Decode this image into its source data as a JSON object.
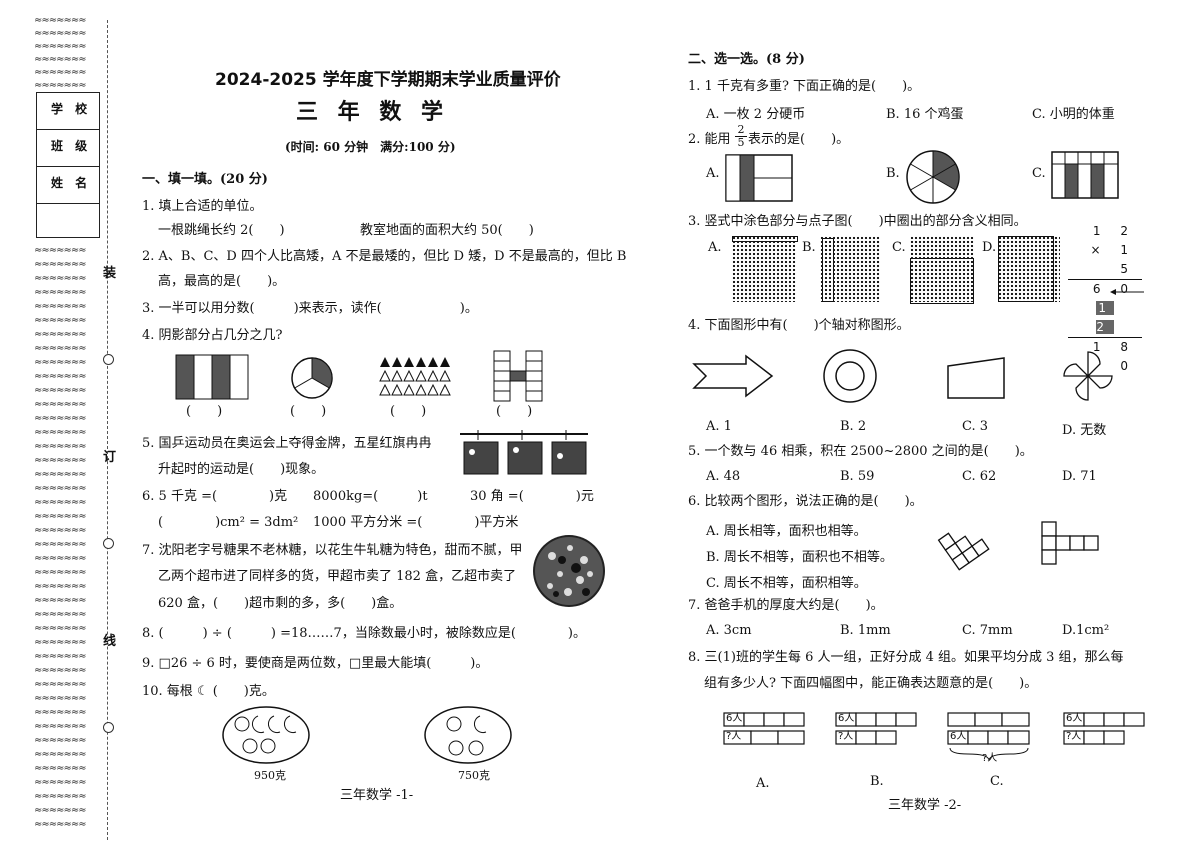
{
  "page1": {
    "title": "2024-2025 学年度下学期期末学业质量评价",
    "subject": "三 年 数 学",
    "meta": "(时间: 60 分钟　满分:100 分)",
    "binding": {
      "school": "学 校",
      "class": "班 级",
      "name": "姓 名",
      "zhuang": "装",
      "ding": "订",
      "xian": "线"
    },
    "section1": "一、填一填。(20 分)",
    "q1": "1. 填上合适的单位。",
    "q1a": "一根跳绳长约 2(　　)",
    "q1b": "教室地面的面积大约 50(　　)",
    "q2a": "2. A、B、C、D 四个人比高矮，A 不是最矮的，但比 D 矮，D 不是最高的，但比 B",
    "q2b": "高，最高的是(　　)。",
    "q3": "3. 一半可以用分数(　　　)来表示，读作(　　　　　　)。",
    "q4": "4. 阴影部分占几分之几?",
    "q4_blank": "(　　)",
    "q5a": "5. 国乒运动员在奥运会上夺得金牌，五星红旗冉冉",
    "q5b": "升起时的运动是(　　)现象。",
    "q6a": "6. 5 千克 =(　　　　)克",
    "q6b": "8000kg=(　　　)t",
    "q6c": "30 角 =(　　　　)元",
    "q6d": "(　　　　)cm² = 3dm²",
    "q6e": "1000 平方分米 =(　　　　)平方米",
    "q7a": "7. 沈阳老字号糖果不老林糖，以花生牛轧糖为特色，甜而不腻，甲",
    "q7b": "乙两个超市进了同样多的货，甲超市卖了 182 盒，乙超市卖了",
    "q7c": "620 盒，(　　)超市剩的多，多(　　)盒。",
    "q8": "8. (　　　) ÷ (　　　) =18……7，当除数最小时，被除数应是(　　　　)。",
    "q9": "9. □26 ÷ 6 时，要使商是两位数，□里最大能填(　　　)。",
    "q10": "10. 每根 ☾ (　　)克。",
    "weight1": "950克",
    "weight2": "750克",
    "footer": "三年数学 -1-"
  },
  "page2": {
    "section2": "二、选一选。(8 分)",
    "q1": "1. 1 千克有多重? 下面正确的是(　　)。",
    "q1_opts": [
      "A. 一枚 2 分硬币",
      "B. 16 个鸡蛋",
      "C. 小明的体重"
    ],
    "q2_pre": "2. 能用",
    "q2_num": "2",
    "q2_den": "5",
    "q2_post": "表示的是(　　)。",
    "q2_opts": [
      "A.",
      "B.",
      "C."
    ],
    "q3": "3. 竖式中涂色部分与点子图(　　)中圈出的部分含义相同。",
    "q3_opts": [
      "A.",
      "B.",
      "C.",
      "D."
    ],
    "vertical": {
      "r1": "1 2",
      "r2": "× 1 5",
      "r3": "6 0",
      "r4": "1 2",
      "r5": "1 8 0"
    },
    "q4": "4. 下面图形中有(　　)个轴对称图形。",
    "q4_opts": [
      "A. 1",
      "B. 2",
      "C. 3",
      "D. 无数"
    ],
    "q5": "5. 一个数与 46 相乘，积在 2500~2800 之间的是(　　)。",
    "q5_opts": [
      "A. 48",
      "B. 59",
      "C. 62",
      "D. 71"
    ],
    "q6": "6. 比较两个图形，说法正确的是(　　)。",
    "q6_opts": [
      "A. 周长相等，面积也相等。",
      "B. 周长不相等，面积也不相等。",
      "C. 周长不相等，面积相等。"
    ],
    "q7": "7. 爸爸手机的厚度大约是(　　)。",
    "q7_opts": [
      "A. 3cm",
      "B. 1mm",
      "C. 7mm",
      "D.1cm²"
    ],
    "q8a": "8. 三(1)班的学生每 6 人一组，正好分成 4 组。如果平均分成 3 组，那么每",
    "q8b": "组有多少人? 下面四幅图中，能正确表达题意的是(　　)。",
    "q8_labels": {
      "six": "6人",
      "q": "?人"
    },
    "q8_opts": [
      "A.",
      "B.",
      "C."
    ],
    "footer": "三年数学 -2-"
  }
}
